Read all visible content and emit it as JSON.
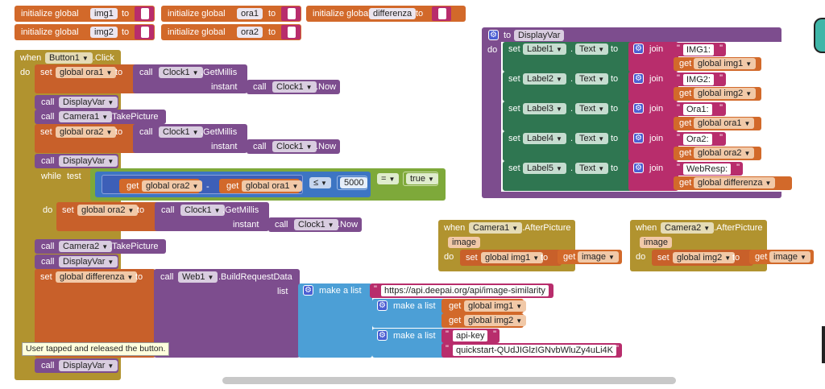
{
  "globals": [
    {
      "kw": "initialize global",
      "name": "img1",
      "to": "to"
    },
    {
      "kw": "initialize global",
      "name": "ora1",
      "to": "to"
    },
    {
      "kw": "initialize global",
      "name": "differenza",
      "to": "to"
    },
    {
      "kw": "initialize global",
      "name": "img2",
      "to": "to"
    },
    {
      "kw": "initialize global",
      "name": "ora2",
      "to": "to"
    }
  ],
  "main": {
    "when": "when",
    "component": "Button1",
    "event": ".Click",
    "do": "do",
    "set": "set",
    "to": "to",
    "call": "call",
    "get": "get",
    "clock": "Clock1",
    "getmillis": ".GetMillis",
    "now": ".Now",
    "instant": "instant",
    "g_ora1": "global ora1",
    "g_ora2": "global ora2",
    "g_diff": "global differenza",
    "displayvar": "DisplayVar",
    "camera1": "Camera1",
    "camera2": "Camera2",
    "takepicture": ".TakePicture",
    "while": "while",
    "test": "test",
    "minus": "-",
    "le": "≤",
    "limit": "5000",
    "eq": "=",
    "true": "true",
    "web": "Web1",
    "build": ".BuildRequestData",
    "list": "list",
    "makelist": "make a list",
    "url": "https://api.deepai.org/api/image-similarity",
    "g_img1": "global img1",
    "g_img2": "global img2",
    "apikey": "api-key",
    "key": "quickstart-QUdJIGlzIGNvbWluZy4uLi4K"
  },
  "tooltip": "User tapped and released the button.",
  "proc": {
    "to": "to",
    "name": "DisplayVar",
    "do": "do",
    "set": "set",
    "text": "Text",
    "join": "join",
    "get": "get",
    "rows": [
      {
        "label": "Label1",
        "str": "IMG1:",
        "var": "global img1"
      },
      {
        "label": "Label2",
        "str": "IMG2:",
        "var": "global img2"
      },
      {
        "label": "Label3",
        "str": "Ora1:",
        "var": "global ora1"
      },
      {
        "label": "Label4",
        "str": "Ora2:",
        "var": "global ora2"
      },
      {
        "label": "Label5",
        "str": "WebResp:",
        "var": "global differenza"
      }
    ]
  },
  "afterpic": [
    {
      "when": "when",
      "comp": "Camera1",
      "event": ".AfterPicture",
      "param": "image",
      "do": "do",
      "set": "set",
      "var": "global img1",
      "to": "to",
      "get": "get",
      "getv": "image"
    },
    {
      "when": "when",
      "comp": "Camera2",
      "event": ".AfterPicture",
      "param": "image",
      "do": "do",
      "set": "set",
      "var": "global img2",
      "to": "to",
      "get": "get",
      "getv": "image"
    }
  ]
}
